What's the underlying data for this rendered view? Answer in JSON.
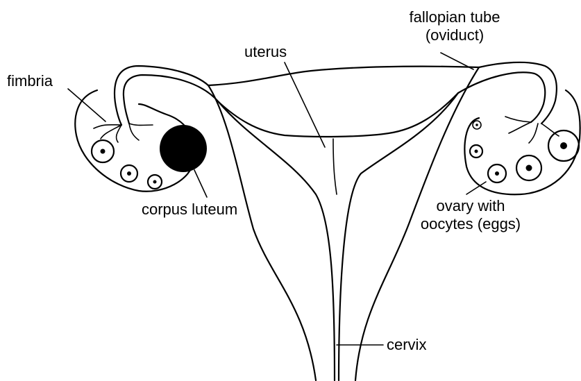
{
  "labels": {
    "fimbria": "fimbria",
    "uterus": "uterus",
    "fallopian_tube_line1": "fallopian tube",
    "fallopian_tube_line2": "(oviduct)",
    "corpus_luteum": "corpus luteum",
    "ovary_line1": "ovary with",
    "ovary_line2": "oocytes (eggs)",
    "cervix": "cervix"
  }
}
